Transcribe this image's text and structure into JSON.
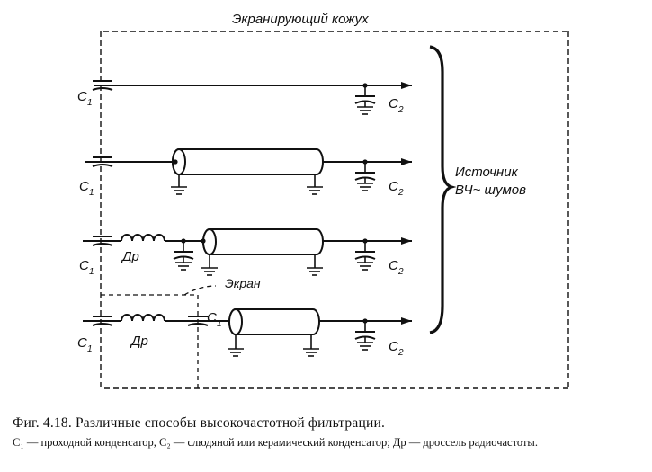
{
  "diagram": {
    "shield_label": "Экранирующий кожух",
    "screen_label": "Экран",
    "source_label_line1": "Источник",
    "source_label_line2": "ВЧ~ шумов",
    "c1": "C",
    "c1_sub": "1",
    "c2": "C",
    "c2_sub": "2",
    "choke": "Др"
  },
  "caption": {
    "title": "Фиг. 4.18. Различные способы высокочастотной фильтрации.",
    "body": "C₁ — проходной конденсатор, C₂ — слюдяной или керамический конденсатор; Др — дроссель радиочастоты."
  }
}
